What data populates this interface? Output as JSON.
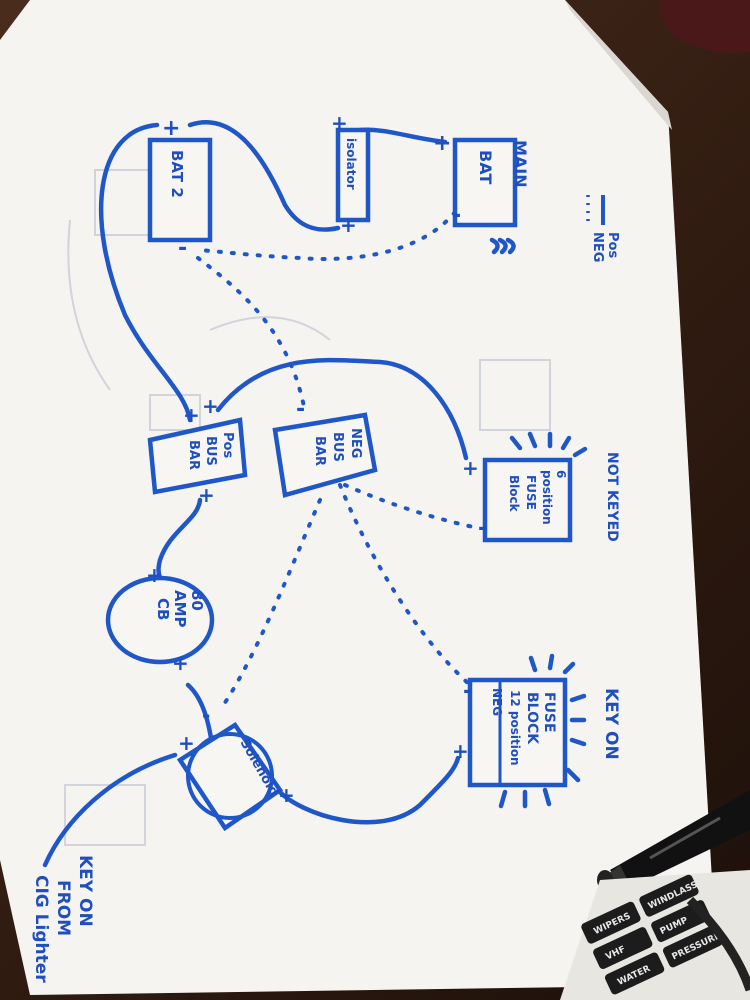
{
  "diagram": {
    "legend": {
      "pos_label": "Pos",
      "neg_label": "NEG"
    },
    "components": {
      "main_battery": {
        "line1": "MAIN",
        "line2": "BAT"
      },
      "battery_2": {
        "label": "BAT 2"
      },
      "isolator": {
        "label": "isolator"
      },
      "pos_bus_bar": {
        "line1": "Pos",
        "line2": "BUS",
        "line3": "BAR"
      },
      "neg_bus_bar": {
        "line1": "NEG",
        "line2": "BUS",
        "line3": "BAR"
      },
      "fuse_block_6": {
        "line1": "6",
        "line2": "position",
        "line3": "FUSE",
        "line4": "Block",
        "note": "NOT KEYED"
      },
      "circuit_breaker": {
        "line1": "80",
        "line2": "AMP",
        "line3": "CB"
      },
      "fuse_block_12": {
        "header": "NEG",
        "line1": "FUSE",
        "line2": "BLOCK",
        "line3": "12 position",
        "note": "KEY ON"
      },
      "solenoid": {
        "label": "Solenoid"
      },
      "trigger_note": {
        "line1": "KEY ON",
        "line2": "FROM",
        "line3": "CIG Lighter"
      }
    },
    "terminal_marks": {
      "plus": "+",
      "minus": "-"
    }
  },
  "keypad": {
    "labels": [
      "WIPERS",
      "WINDLASS",
      "VHF",
      "PUMP",
      "WATER",
      "PRESSURE"
    ]
  },
  "colors": {
    "ink": "#1f57c9",
    "paper": "#f7f6f2",
    "desk": "#3b2518"
  }
}
